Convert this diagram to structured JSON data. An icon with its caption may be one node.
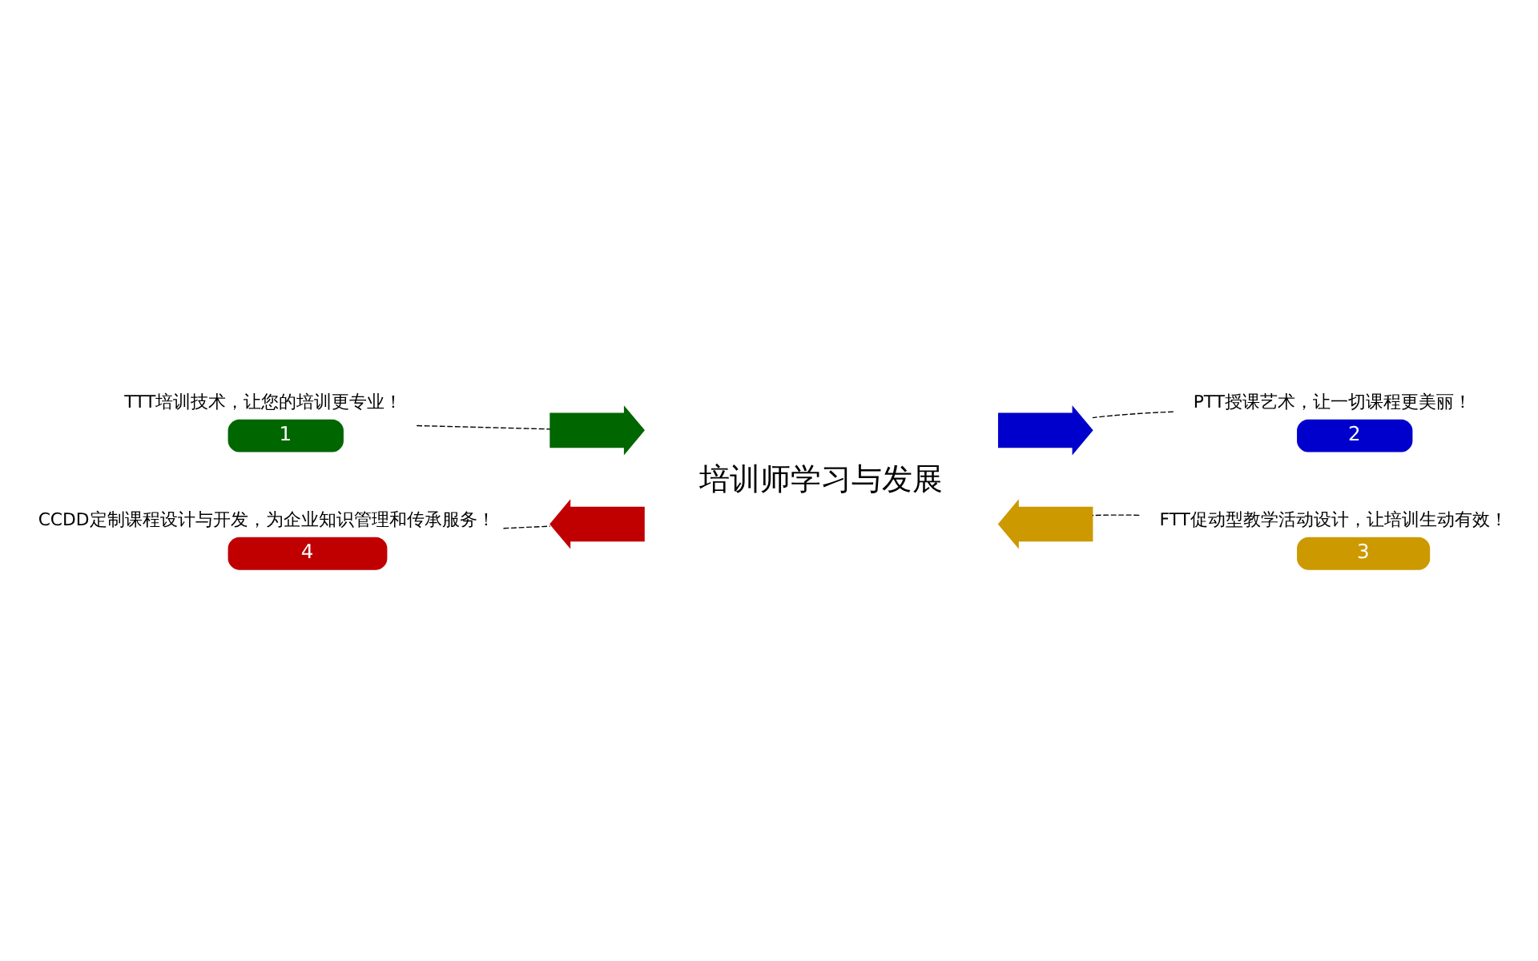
{
  "diagram": {
    "nodes": [
      {
        "text": [
          "培训师学习与发展"
        ]
      },
      {
        "text": [
          "1"
        ],
        "beside": [
          "TTT培训技术，让您的培训更专业！"
        ]
      },
      {
        "text": [
          "2"
        ],
        "beside": [
          "PTT授课艺术，让一切课程更美丽！"
        ]
      },
      {
        "text": [
          "3"
        ],
        "beside": [
          "FTT促动型教学活动设计，让培训生动有效！"
        ]
      },
      {
        "text": [
          "4"
        ],
        "beside": [
          "CCDD定制课程设计与开发，为企业知识管理和传承服务！"
        ]
      },
      {
        "text": [],
        "shape": "arrow"
      },
      {
        "text": [],
        "shape": "arrow"
      },
      {
        "text": [],
        "shape": "arrow"
      },
      {
        "text": [],
        "shape": "arrow"
      }
    ],
    "edges": [
      {
        "from": 1,
        "to": 5,
        "arrow": "none",
        "style": "dashed"
      },
      {
        "from": 2,
        "to": 6,
        "arrow": "none",
        "style": "dashed"
      },
      {
        "from": 3,
        "to": 7,
        "arrow": "none",
        "style": "dashed"
      },
      {
        "from": 4,
        "to": 8,
        "arrow": "none",
        "style": "dashed"
      }
    ]
  }
}
